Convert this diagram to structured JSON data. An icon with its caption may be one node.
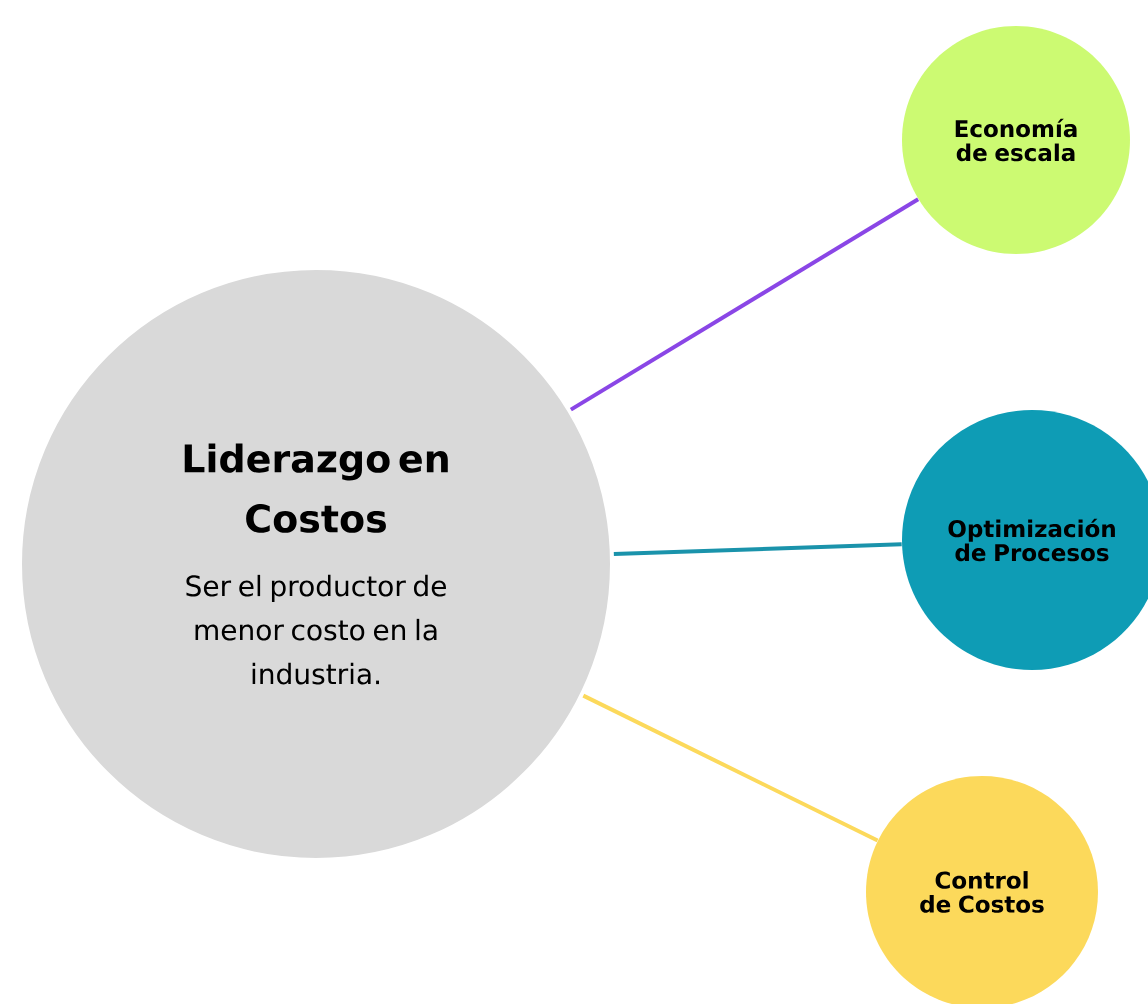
{
  "diagram": {
    "nodes": [
      {
        "text": [
          "Liderazgo en Costos",
          "Ser el productor de menor costo en la industria."
        ]
      },
      {
        "text": [
          "Economía de escala"
        ]
      },
      {
        "text": [
          "Optimización de Procesos"
        ]
      },
      {
        "text": [
          "Control de Costos"
        ]
      }
    ],
    "edges": [
      {
        "from": 0,
        "to": 1,
        "arrow": "none",
        "color": "#8a46e6"
      },
      {
        "from": 0,
        "to": 2,
        "arrow": "none",
        "color": "#1a93ab"
      },
      {
        "from": 0,
        "to": 3,
        "arrow": "none",
        "color": "#fcd95b"
      }
    ]
  }
}
